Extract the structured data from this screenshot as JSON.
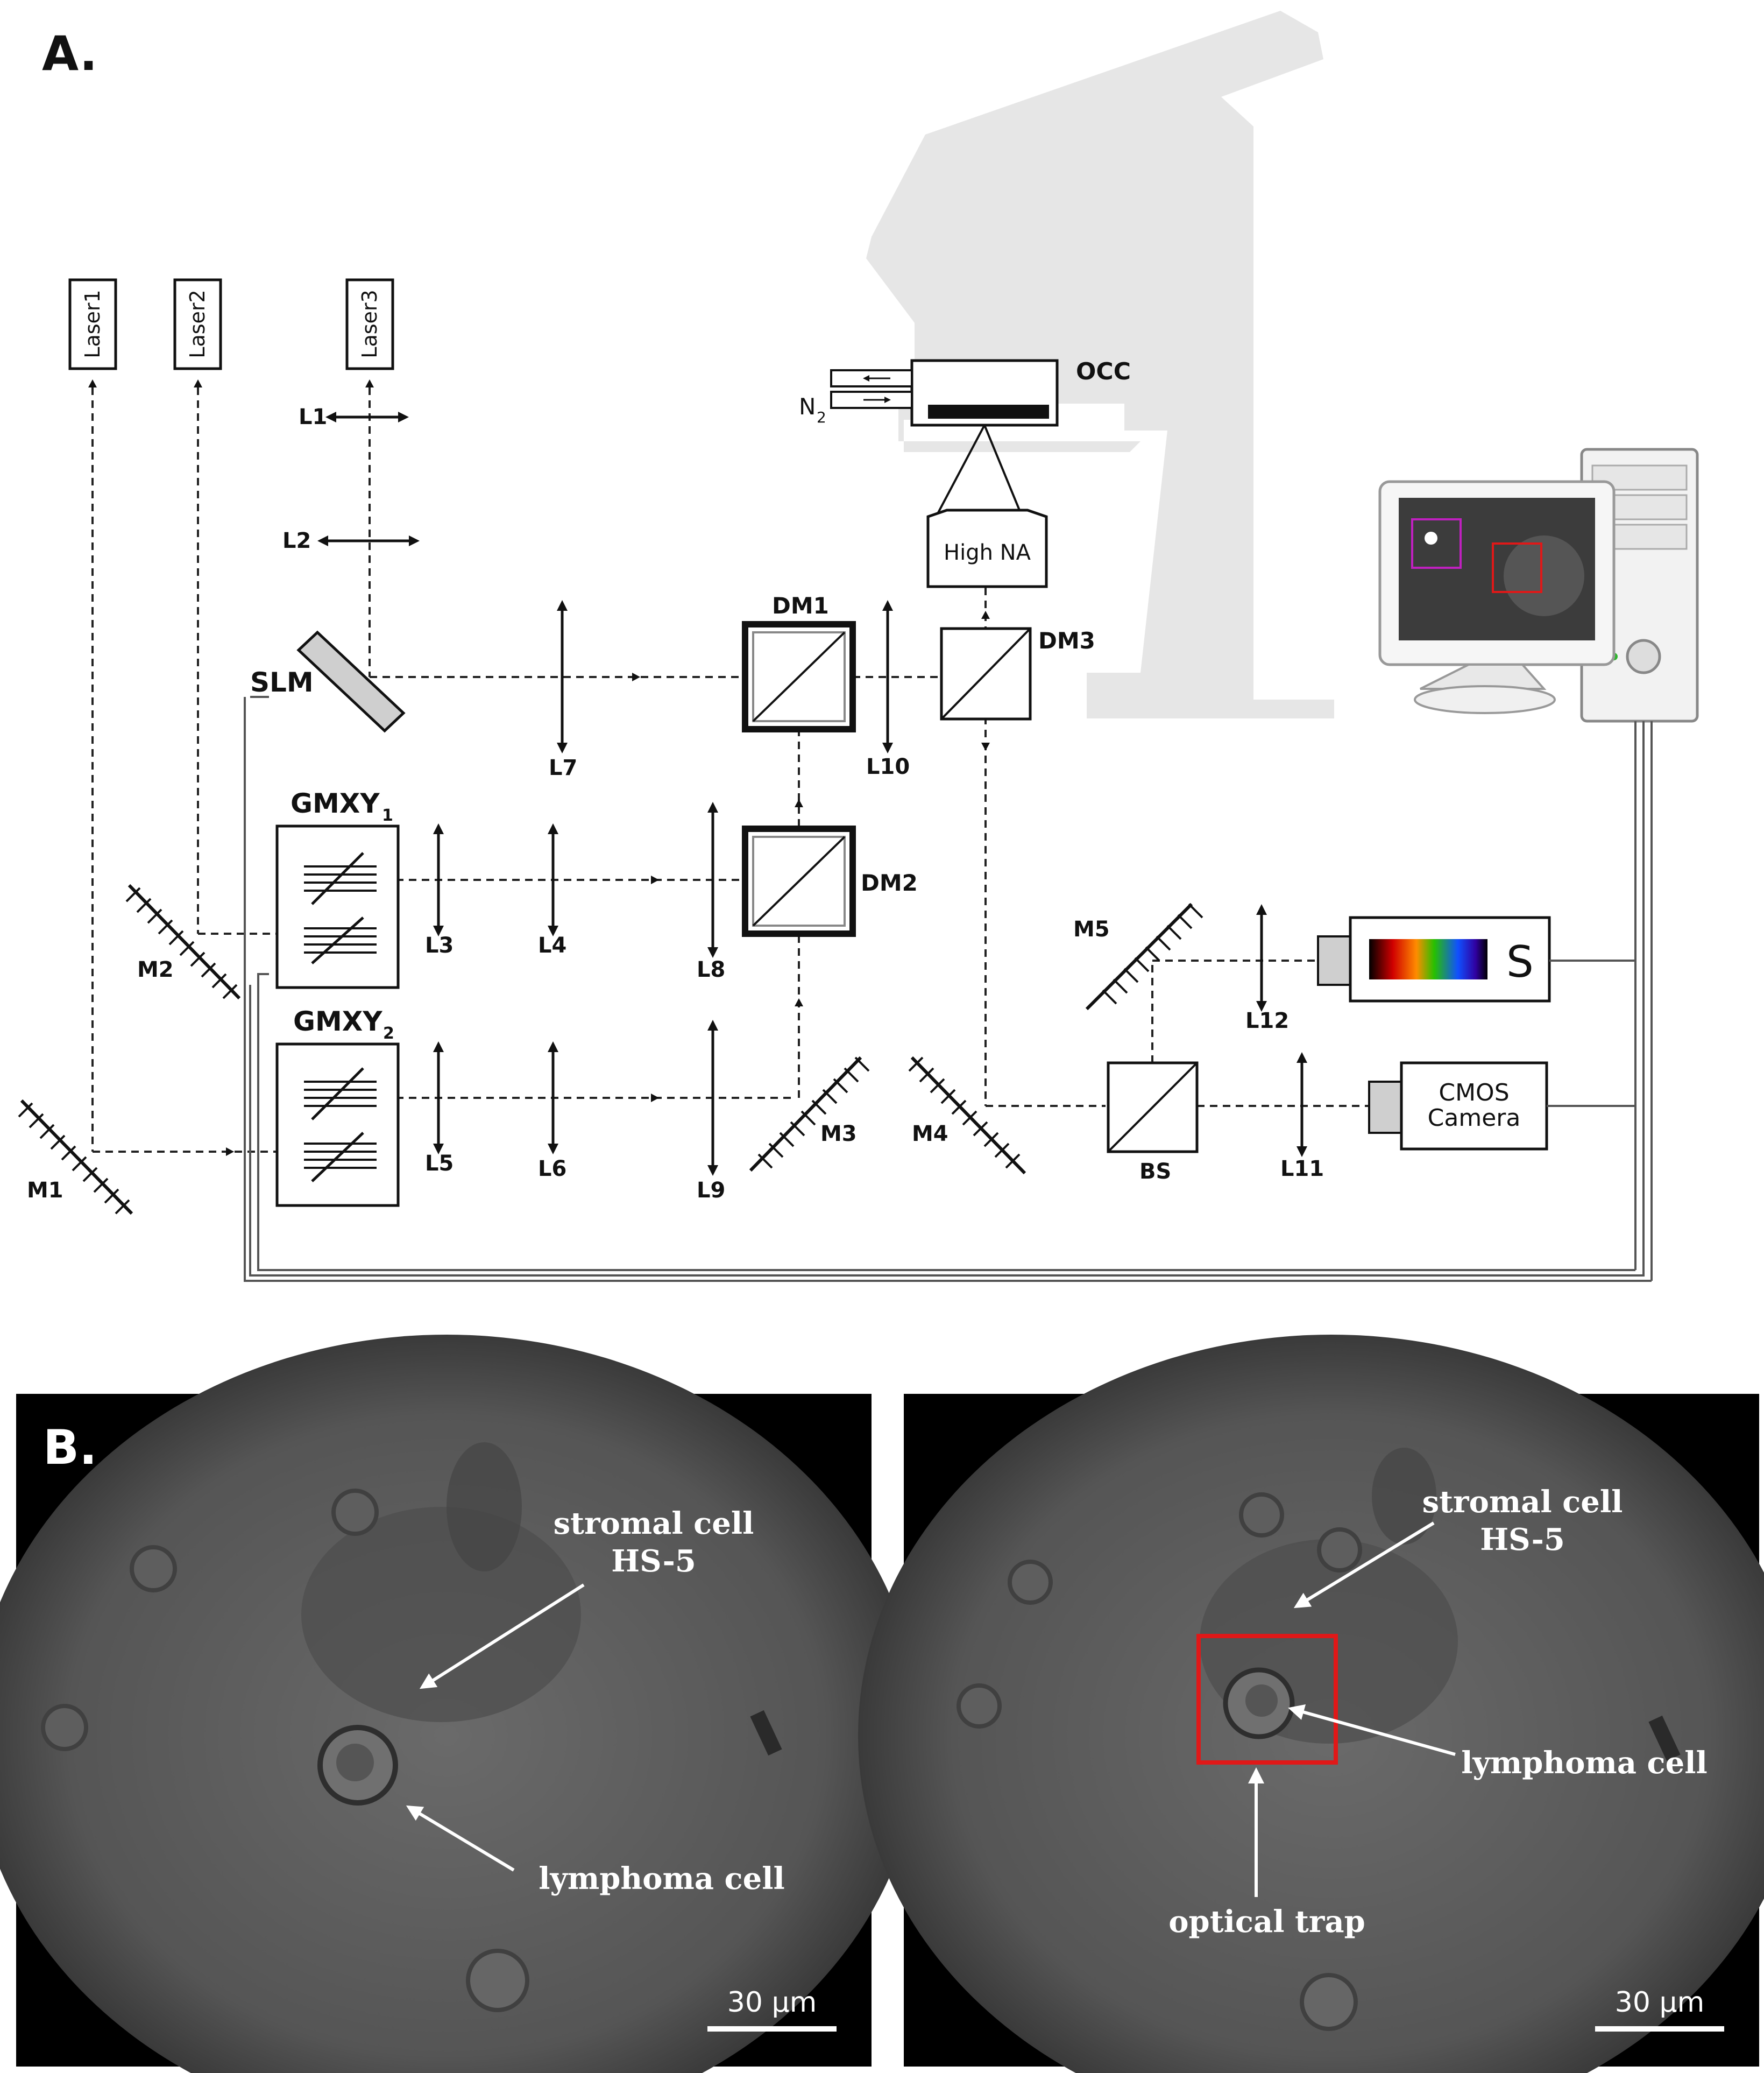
{
  "panel_a": {
    "label": "A.",
    "lasers": [
      "Laser1",
      "Laser2",
      "Laser3"
    ],
    "lenses": [
      "L1",
      "L2",
      "L3",
      "L4",
      "L5",
      "L6",
      "L7",
      "L8",
      "L9",
      "L10",
      "L11",
      "L12"
    ],
    "mirrors": [
      "M1",
      "M2",
      "M3",
      "M4",
      "M5"
    ],
    "dichroics": [
      "DM1",
      "DM2",
      "DM3"
    ],
    "slm": "SLM",
    "gmxy1": "GMXY",
    "gmxy1_sub": "1",
    "gmxy2": "GMXY",
    "gmxy2_sub": "2",
    "objective": "High NA",
    "occ": "OCC",
    "n2": "N",
    "n2_sub": "2",
    "beamsplitter": "BS",
    "spectrometer": "S",
    "camera_line1": "CMOS",
    "camera_line2": "Camera"
  },
  "panel_b": {
    "label": "B.",
    "left": {
      "stromal_line1": "stromal cell",
      "stromal_line2": "HS-5",
      "lymphoma": "lymphoma cell",
      "scale": "30 µm"
    },
    "right": {
      "stromal_line1": "stromal cell",
      "stromal_line2": "HS-5",
      "lymphoma": "lymphoma cell",
      "trap": "optical trap",
      "scale": "30 µm"
    }
  },
  "colors": {
    "trap_box": "#e01818",
    "microscope_body": "#e6e6e6",
    "micrograph_bg": "#5a5a5a"
  }
}
